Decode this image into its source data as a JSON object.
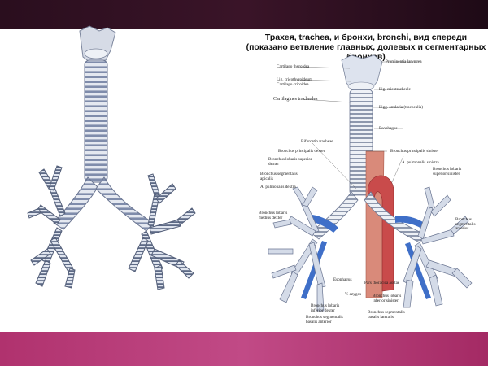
{
  "slide": {
    "title_line1": "Трахея, trachea, и бронхи, bronchi, вид спереди",
    "title_line2": "(показано ветвление главных, долевых и сегментарных бронхов)"
  },
  "labels": {
    "cartilago_thyroidea": "Cartilago thyroidea",
    "prominentia_laryngea": "Prominentia laryngea",
    "lig_cricothyroideum": "Lig. cricothyroideum",
    "cartilago_cricoidea": "Cartilago cricoidea",
    "lig_cricotracheale": "Lig. cricotracheale",
    "cartilagines_tracheales": "Cartilagines tracheales",
    "ligg_anularia": "Ligg. anularia (trachealia)",
    "esophagus_top": "Esophagus",
    "bifurcatio_tracheae": "Bifurcatio tracheae",
    "bronchus_principalis_dexter": "Bronchus principalis dexter",
    "bronchus_principalis_sinister": "Bronchus principalis sinister",
    "bronchus_lobaris_superior_dexter": "Bronchus lobaris superior dexter",
    "bronchus_segmentalis_apicalis": "Bronchus segmentalis apicalis",
    "a_pulmonalis_dextra": "A. pulmonalis dextra",
    "a_pulmonalis_sinistra": "A. pulmonalis sinistra",
    "bronchus_lobaris_superior_sinister": "Bronchus lobaris superior sinister",
    "bronchus_lobaris_medius_dexter": "Bronchus lobaris medius dexter",
    "bronchus_segmentalis_anterior": "Bronchus segmentalis anterior",
    "esophagus_bottom": "Esophagus",
    "pars_thoracica_aortae": "Pars thoracica aortae",
    "v_azygos": "V. azygos",
    "bronchus_lobaris_inferior_sinister": "Bronchus lobaris inferior sinister",
    "bronchus_lobaris_inferior_dexter": "Bronchus lobaris inferior dexter",
    "bronchus_segmentalis_basalis_anterior": "Bronchus segmentalis basalis anterior",
    "bronchus_segmentalis_basalis_lateralis": "Bronchus segmentalis basalis lateralis"
  },
  "colors": {
    "top_band": "#2a0e1e",
    "bottom_band": "#b0326e",
    "cartilage": "#c9d3e3",
    "cartilage_dark": "#6f7fa0",
    "artery": "#c94b4b",
    "vein": "#3f6fc8",
    "muscle": "#d98a7a"
  }
}
